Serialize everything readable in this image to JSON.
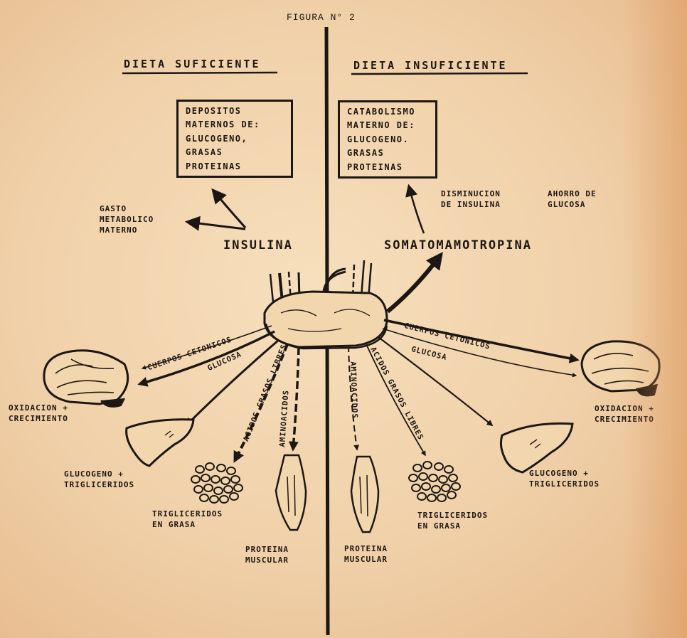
{
  "figure_title": "FIGURA N° 2",
  "left": {
    "heading": "DIETA SUFICIENTE",
    "box_lines": [
      "DEPOSITOS",
      "MATERNOS DE:",
      "GLUCOGENO,",
      "GRASAS",
      "PROTEINAS"
    ],
    "gasto": [
      "GASTO",
      "METABOLICO",
      "MATERNO"
    ],
    "hormone": "INSULINA",
    "arrow_labels": {
      "ketones": "CUERPOS CETONICOS",
      "glucose": "GLUCOSA",
      "fatty_acids": "ACIDOS GRASOS LIBRES",
      "amino_acids": "AMINOACIDOS"
    },
    "brain_label": [
      "OXIDACION +",
      "CRECIMIENTO"
    ],
    "liver_label": [
      "GLUCOGENO +",
      "TRIGLICERIDOS"
    ],
    "fat_label": [
      "TRIGLICERIDOS",
      "EN GRASA"
    ],
    "muscle_label": [
      "PROTEINA",
      "MUSCULAR"
    ]
  },
  "right": {
    "heading": "DIETA INSUFICIENTE",
    "box_lines": [
      "CATABOLISMO",
      "MATERNO DE:",
      "GLUCOGENO.",
      "GRASAS",
      "PROTEINAS"
    ],
    "insulin_note": [
      "DISMINUCION",
      "DE INSULINA"
    ],
    "glucose_note": [
      "AHORRO DE",
      "GLUCOSA"
    ],
    "hormone": "SOMATOMAMOTROPINA",
    "arrow_labels": {
      "ketones": "CUERPOS CETONICOS",
      "glucose": "GLUCOSA",
      "fatty_acids": "ACIDOS GRASOS LIBRES",
      "amino_acids": "AMINOACIDOS"
    },
    "brain_label": [
      "OXIDACION +",
      "CRECIMIENTO"
    ],
    "liver_label": [
      "GLUCOGENO +",
      "TRIGLICERIDOS"
    ],
    "fat_label": [
      "TRIGLICERIDOS",
      "EN GRASA"
    ],
    "muscle_label": [
      "PROTEINA",
      "MUSCULAR"
    ]
  },
  "colors": {
    "ink": "#1d1713",
    "paper": "#f3d7b2"
  },
  "icons": [
    "placenta-icon",
    "brain-icon",
    "liver-icon",
    "fat-cells-icon",
    "muscle-icon"
  ]
}
